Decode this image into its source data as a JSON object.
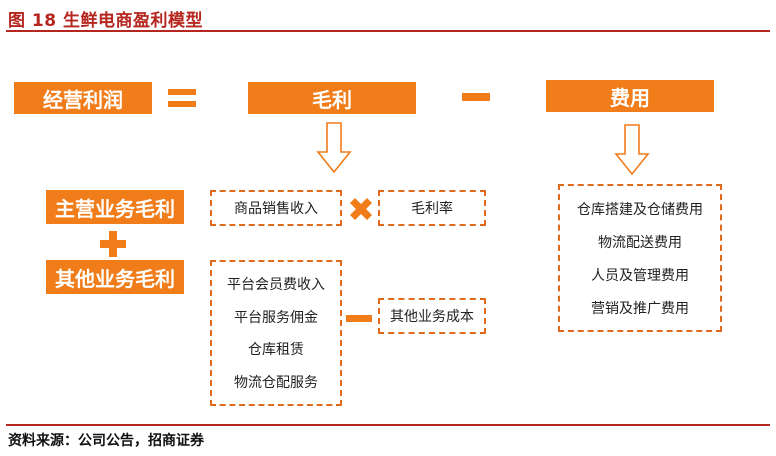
{
  "figure": {
    "title": "图 18 生鲜电商盈利模型",
    "source": "资料来源：公司公告，招商证券"
  },
  "top_row": {
    "operating_profit": "经营利润",
    "gross_profit": "毛利",
    "expenses": "费用"
  },
  "left_labels": {
    "main_business_gross_profit": "主营业务毛利",
    "other_business_gross_profit": "其他业务毛利"
  },
  "main_business": {
    "sales_revenue": "商品销售收入",
    "gross_margin": "毛利率"
  },
  "other_business": {
    "items": [
      "平台会员费收入",
      "平台服务佣金",
      "仓库租赁",
      "物流仓配服务"
    ],
    "cost": "其他业务成本"
  },
  "expense_items": [
    "仓库搭建及仓储费用",
    "物流配送费用",
    "人员及管理费用",
    "营销及推广费用"
  ],
  "colors": {
    "accent": "#f07c1a",
    "title": "#b5261e",
    "dashed_border": "#e06a1c"
  }
}
